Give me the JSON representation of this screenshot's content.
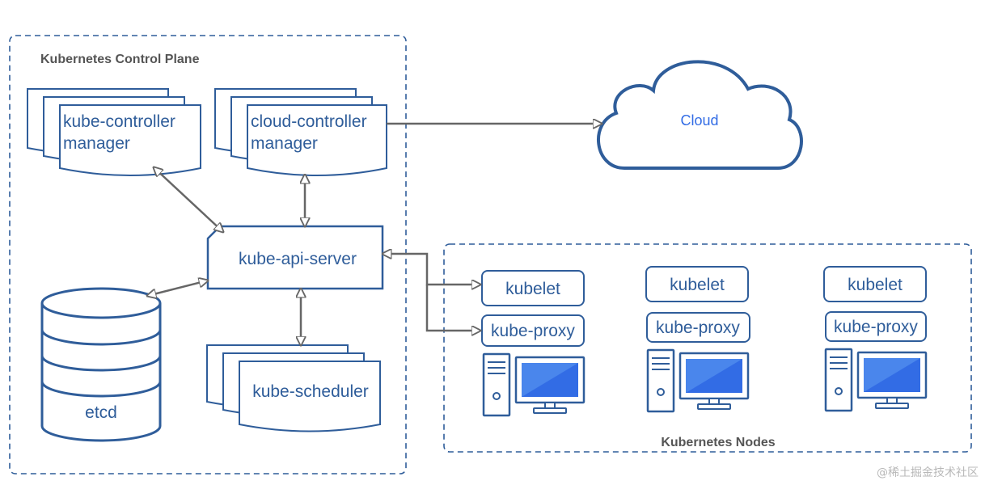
{
  "control_plane": {
    "title": "Kubernetes Control Plane",
    "kube_controller_manager": {
      "line1": "kube-controller",
      "line2": "manager"
    },
    "cloud_controller_manager": {
      "line1": "cloud-controller",
      "line2": "manager"
    },
    "api_server": "kube-api-server",
    "etcd": "etcd",
    "scheduler": "kube-scheduler"
  },
  "cloud": {
    "label": "Cloud"
  },
  "nodes": {
    "title": "Kubernetes Nodes",
    "items": [
      {
        "kubelet": "kubelet",
        "proxy": "kube-proxy"
      },
      {
        "kubelet": "kubelet",
        "proxy": "kube-proxy"
      },
      {
        "kubelet": "kubelet",
        "proxy": "kube-proxy"
      }
    ]
  },
  "watermark": "@稀土掘金技术社区",
  "colors": {
    "primary": "#2f5d9a",
    "screen": "#326ce5",
    "arrow": "#666666",
    "title": "#555555"
  }
}
